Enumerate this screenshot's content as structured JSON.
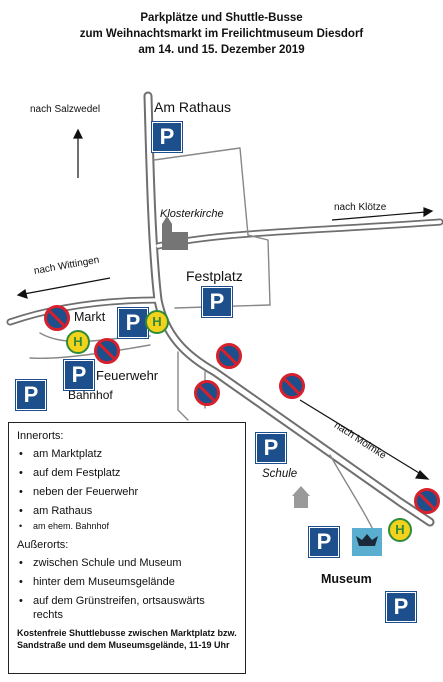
{
  "title": {
    "line1": "Parkplätze und Shuttle-Busse",
    "line2": "zum Weihnachtsmarkt im Freilichtmuseum Diesdorf",
    "line3": "am 14. und 15. Dezember 2019"
  },
  "directions": {
    "salzwedel": "nach Salzwedel",
    "kloetze": "nach Klötze",
    "wittingen": "nach Wittingen",
    "molmke": "nach Molmke"
  },
  "places": {
    "rathaus": "Am Rathaus",
    "klosterkirche": "Klosterkirche",
    "festplatz": "Festplatz",
    "markt": "Markt",
    "feuerwehr": "Feuerwehr",
    "bahnhof": "Bahnhof",
    "schule": "Schule",
    "museum": "Museum"
  },
  "signs": {
    "parking": "P",
    "bus_stop": "H"
  },
  "legend": {
    "innerorts_heading": "Innerorts:",
    "innerorts": [
      "am Marktplatz",
      "auf dem Festplatz",
      "neben der Feuerwehr",
      "am Rathaus"
    ],
    "innerorts_small": "am ehem. Bahnhof",
    "ausserorts_heading": "Außerorts:",
    "ausserorts": [
      "zwischen Schule und Museum",
      "hinter dem Museumsgelände",
      "auf dem Grünstreifen, ortsauswärts rechts"
    ],
    "note": "Kostenfreie Shuttlebusse zwischen Marktplatz bzw. Sandstraße und dem Museumsgelände, 11-19 Uhr"
  },
  "colors": {
    "parking_blue": "#1c4f8b",
    "no_parking_red": "#d6202b",
    "bus_yellow": "#f2d21a",
    "bus_green": "#2e8b3a",
    "museum_teal": "#5aaed0",
    "building_gray": "#8e8e8e"
  }
}
